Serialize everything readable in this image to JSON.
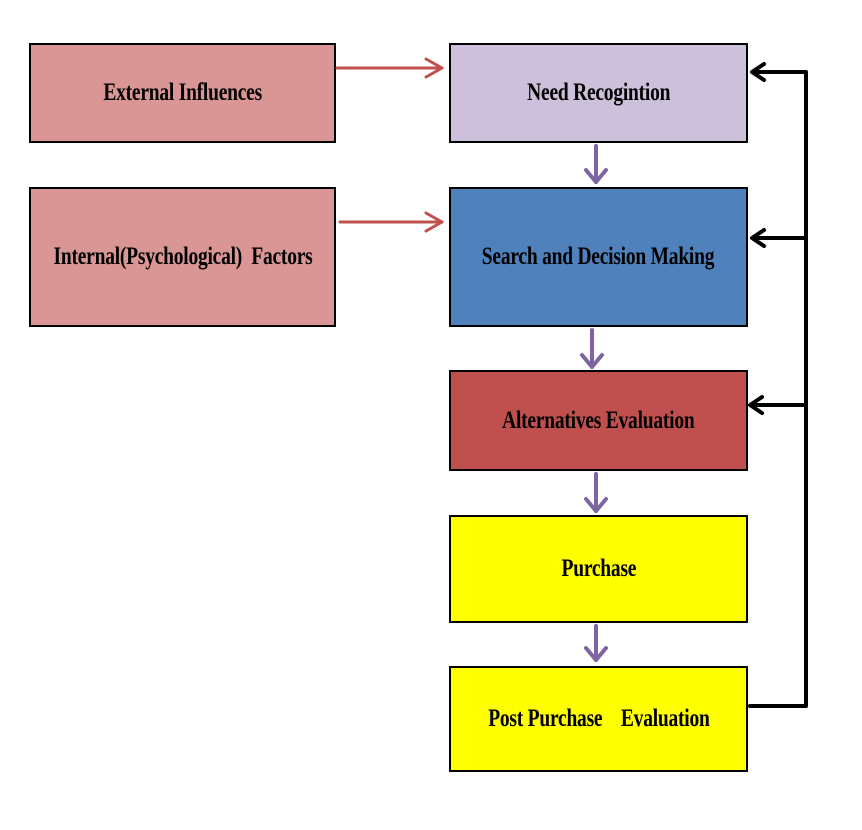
{
  "diagram": {
    "colors": {
      "influence_fill": "#d99694",
      "need_fill": "#ccc0da",
      "search_fill": "#4f81bd",
      "alternatives_fill": "#c0504d",
      "stage_yellow": "#ffff00",
      "influence_arrow": "#c0504d",
      "flow_arrow": "#8064a2",
      "feedback_line": "#000000"
    },
    "influences": {
      "external": "External Influences",
      "internal": "Internal(Psychological)  Factors"
    },
    "stages": {
      "need": "Need Recogintion",
      "search": "Search and Decision Making",
      "alternatives": "Alternatives Evaluation",
      "purchase": "Purchase",
      "post": "Post Purchase    Evaluation"
    }
  }
}
